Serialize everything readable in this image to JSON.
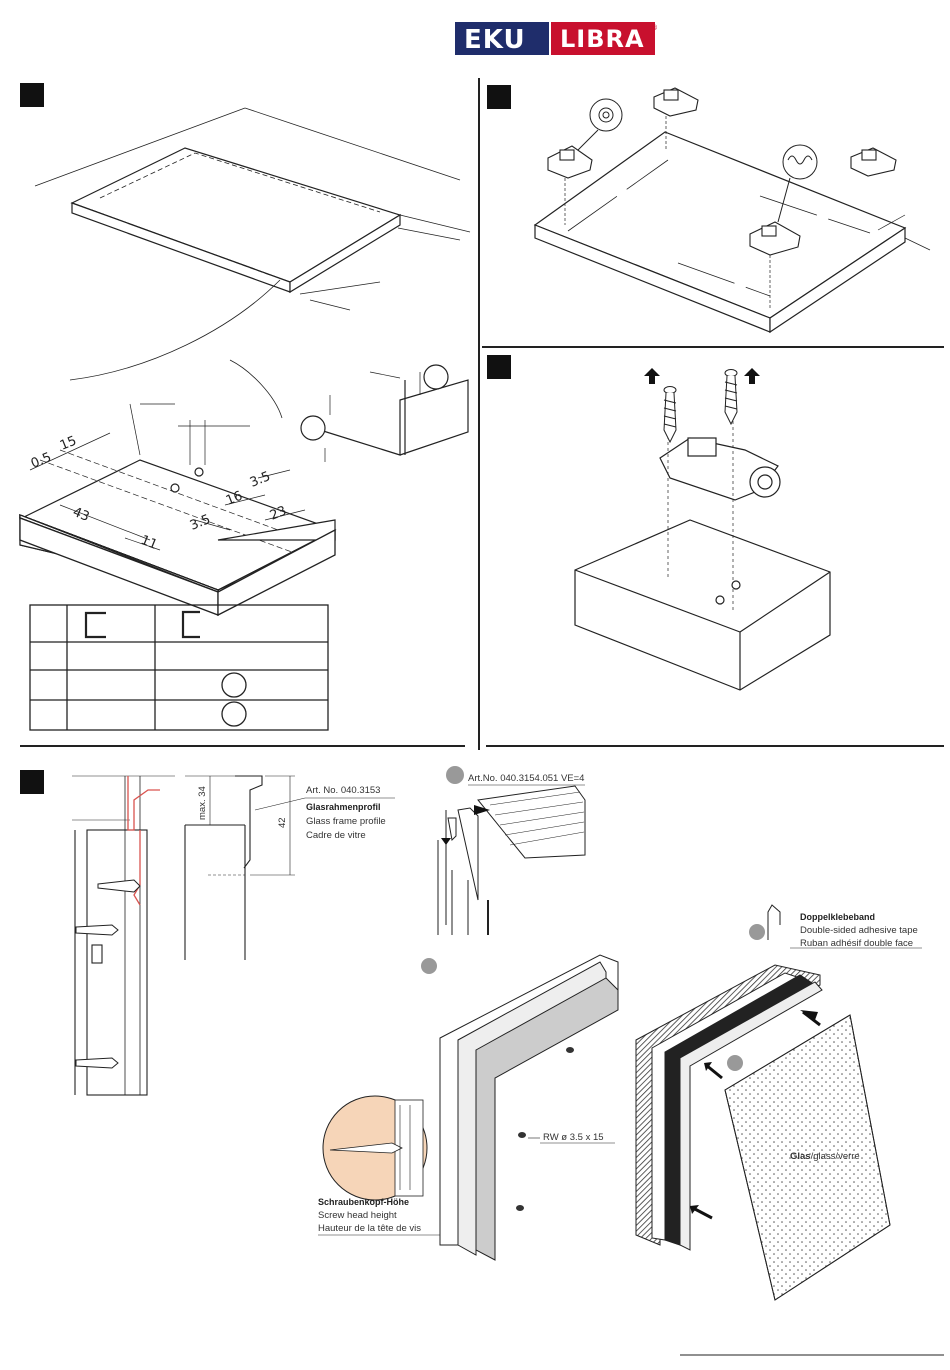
{
  "logo": {
    "left_text": "EKU",
    "right_text": "LIBRA",
    "reg_mark": "®",
    "left_color": "#1f2d6b",
    "right_color": "#c8102e"
  },
  "panel1": {
    "dims": [
      "0.5",
      "15",
      "43",
      "11",
      "3.5",
      "16",
      "3.5",
      "23"
    ]
  },
  "panel4": {
    "art_no_1": "Art. No. 040.3153",
    "profile_title": "Glasrahmenprofil",
    "profile_en": "Glass frame profile",
    "profile_fr": "Cadre de vitre",
    "dim_max": "max. 34",
    "dim_height": "42",
    "art_no_2": "Art.No. 040.3154.051  VE=4",
    "tape_title": "Doppelklebeband",
    "tape_en": "Double-sided adhesive tape",
    "tape_fr": "Ruban adhésif double face",
    "screw_label": "RW ø 3.5 x 15",
    "glass_bold": "Glas",
    "glass_rest": "/glass/verre",
    "screw_head_title": "Schraubenkopf-Höhe",
    "screw_head_en": "Screw head height",
    "screw_head_fr": "Hauteur de la tête de vis"
  },
  "colors": {
    "step_marker": "#111111",
    "callout_circle": "#999999",
    "profile_highlight": "#d9534f",
    "zoom_fill": "#f6d5b8"
  }
}
